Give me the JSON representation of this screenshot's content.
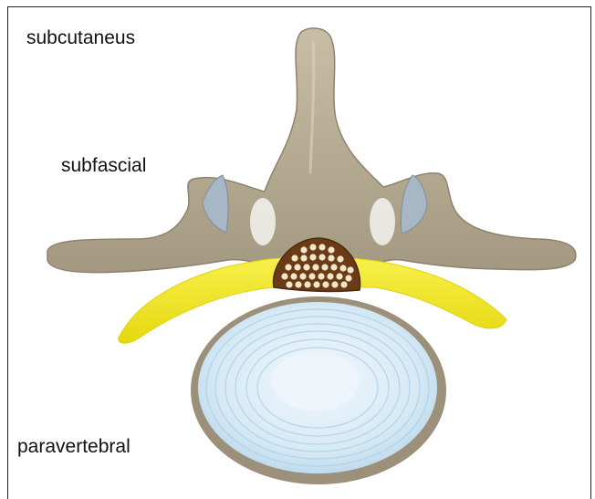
{
  "labels": {
    "subcutaneus": "subcutaneus",
    "subfascial": "subfascial",
    "paravertebral": "paravertebral"
  },
  "colors": {
    "bone": "#b7ac93",
    "bone_dark": "#8d8270",
    "ligament": "#f2ea2a",
    "disc": "#dcecf6",
    "disc_ring": "#a9cfe6",
    "cord": "#6a3b16",
    "cord_dot": "#f2e6c8",
    "facet_cartilage": "#a8b7c5"
  }
}
